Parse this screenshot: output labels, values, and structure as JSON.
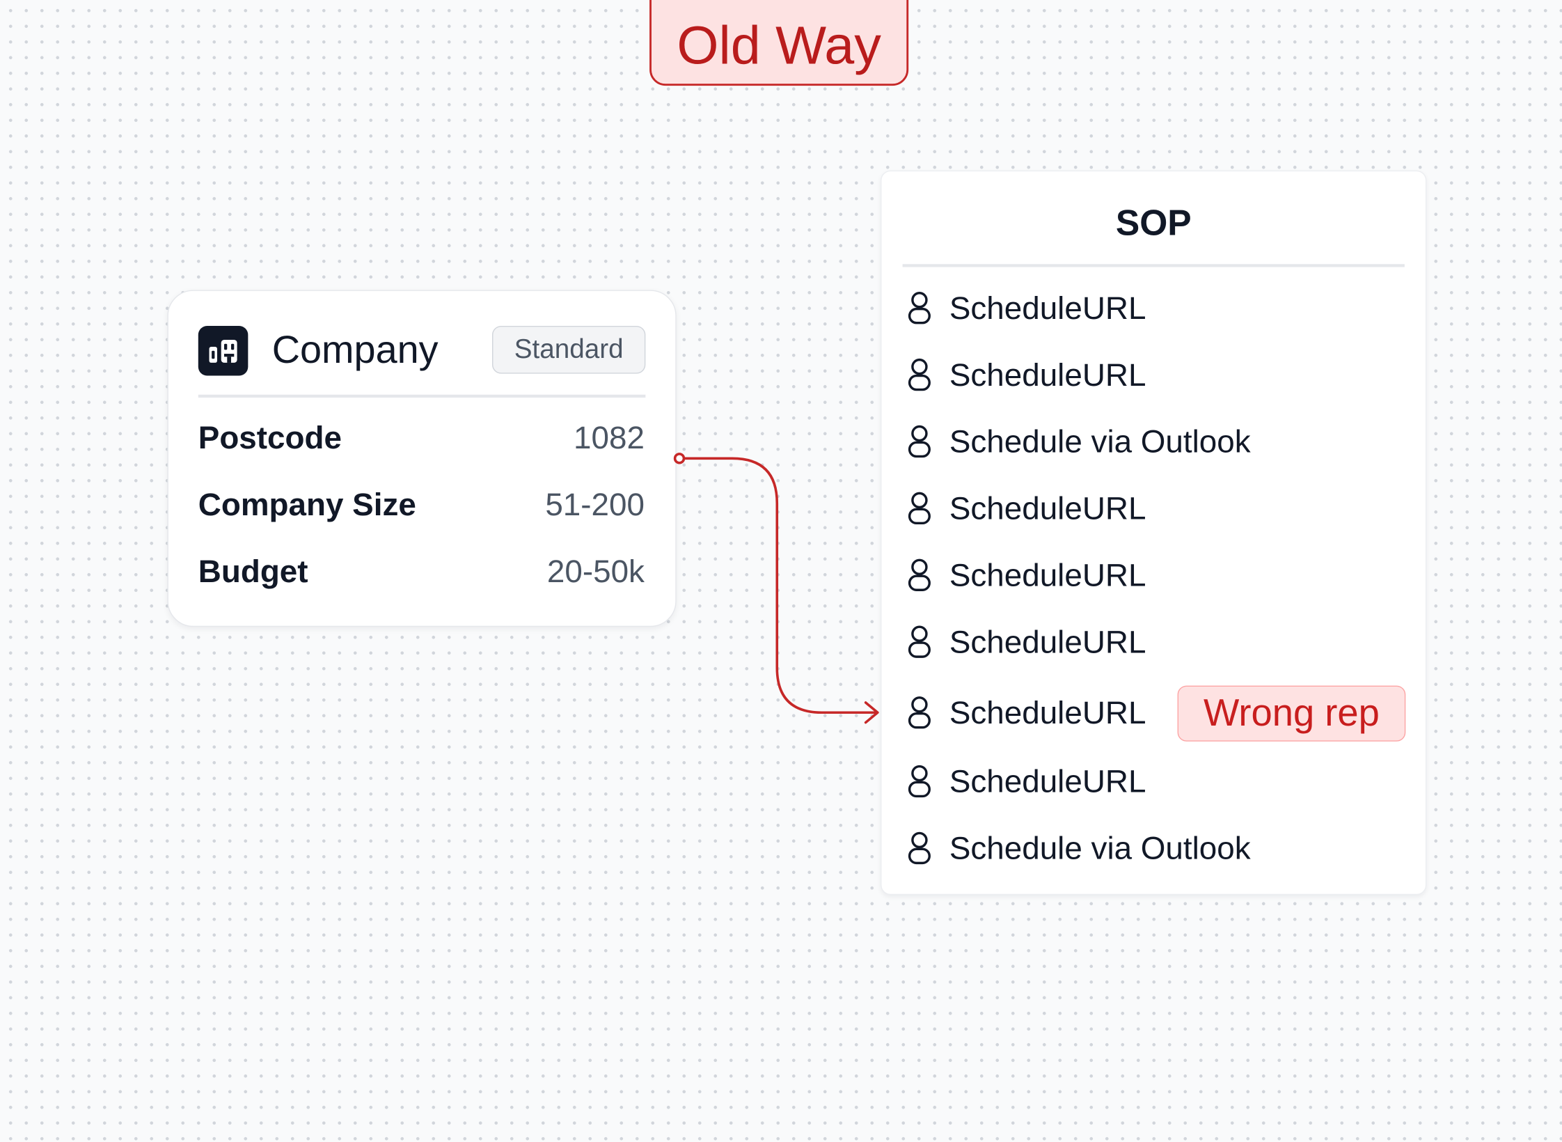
{
  "header": {
    "title": "Old Way"
  },
  "company_card": {
    "title": "Company",
    "badge": "Standard",
    "icon": "building-icon",
    "fields": [
      {
        "label": "Postcode",
        "value": "1082"
      },
      {
        "label": "Company Size",
        "value": "51-200"
      },
      {
        "label": "Budget",
        "value": "20-50k"
      }
    ]
  },
  "sop_card": {
    "title": "SOP",
    "item_icon": "person-icon",
    "items": [
      {
        "label": "ScheduleURL"
      },
      {
        "label": "ScheduleURL"
      },
      {
        "label": "Schedule via Outlook"
      },
      {
        "label": "ScheduleURL"
      },
      {
        "label": "ScheduleURL"
      },
      {
        "label": "ScheduleURL"
      },
      {
        "label": "ScheduleURL",
        "tag": "Wrong rep"
      },
      {
        "label": "ScheduleURL"
      },
      {
        "label": "Schedule via Outlook"
      }
    ]
  },
  "connector": {
    "from": "Postcode",
    "to": "ScheduleURL (Wrong rep)",
    "color": "#c62828"
  },
  "colors": {
    "accent_red": "#c62828",
    "red_fill": "#fde2e2",
    "canvas": "#f9fafb",
    "text_dark": "#111827",
    "text_muted": "#4b5563"
  }
}
